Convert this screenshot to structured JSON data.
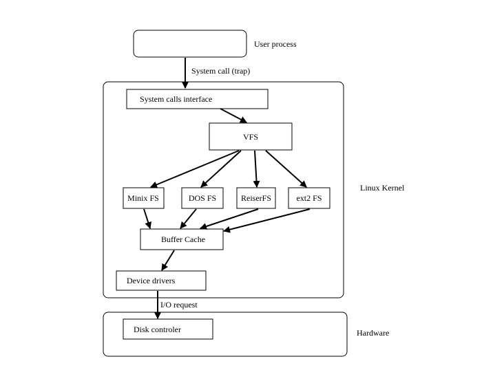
{
  "user_process": {
    "label": "User process"
  },
  "system_call_trap": {
    "label": "System call (trap)"
  },
  "linux_kernel": {
    "label": "Linux Kernel",
    "system_calls_interface": "System calls interface",
    "vfs": "VFS",
    "filesystems": [
      "Minix FS",
      "DOS FS",
      "ReiserFS",
      "ext2 FS"
    ],
    "buffer_cache": "Buffer Cache",
    "device_drivers": "Device drivers"
  },
  "io_request": {
    "label": "I/O request"
  },
  "hardware": {
    "label": "Hardware",
    "disk_controller": "Disk controler"
  }
}
